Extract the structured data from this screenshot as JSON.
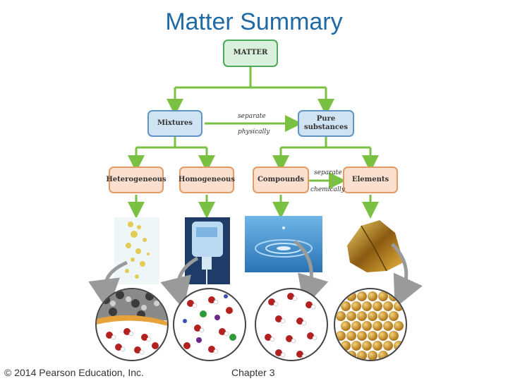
{
  "title": "Matter Summary",
  "nodes": {
    "matter": "MATTER",
    "mixtures": "Mixtures",
    "pure_substances": "Pure substances",
    "heterogeneous": "Heterogeneous",
    "homogeneous": "Homogeneous",
    "compounds": "Compounds",
    "elements": "Elements"
  },
  "edge_labels": {
    "separate_1": "separate",
    "physically": "physically",
    "separate_2": "separate",
    "chemically": "chemically"
  },
  "colors": {
    "connector": "#7ac143",
    "title": "#1f6aa5",
    "curve_arrow": "#9a9a9a"
  },
  "footer": {
    "copyright": "© 2014 Pearson Education, Inc.",
    "chapter": "Chapter 3"
  }
}
